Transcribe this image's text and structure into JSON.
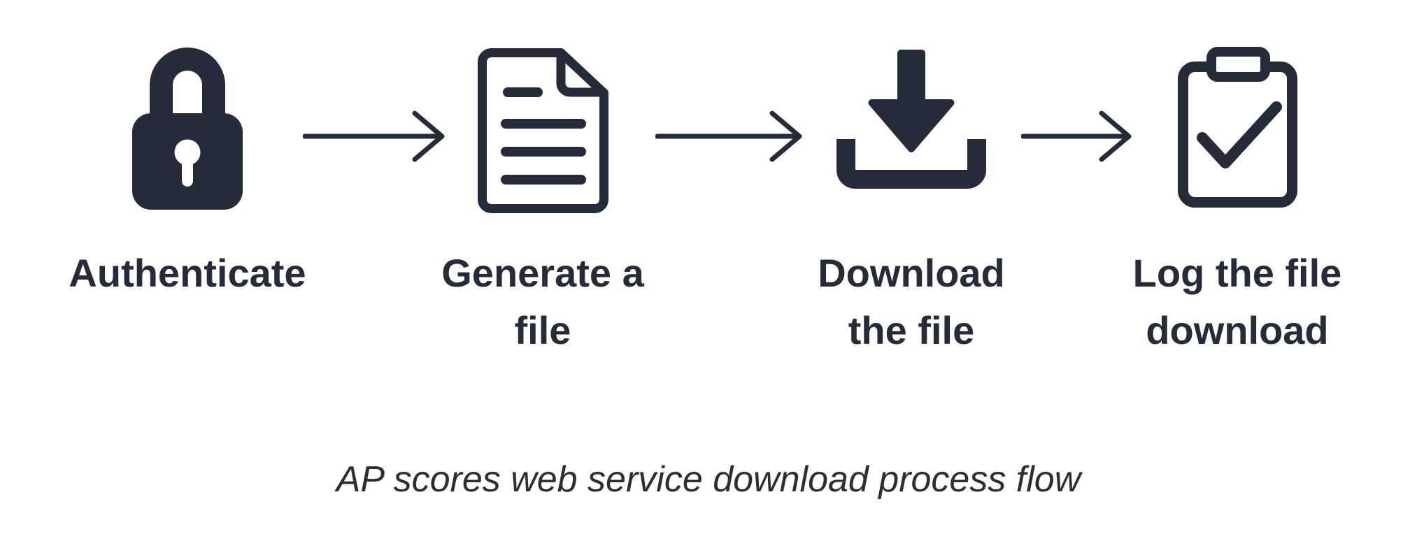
{
  "figure": {
    "type": "process-flow-diagram",
    "caption": "AP scores web service download process flow",
    "colors": {
      "ink": "#252b39",
      "caption": "#2c2e33",
      "background": "#ffffff"
    },
    "steps": [
      {
        "icon": "lock-icon",
        "lines": [
          "Authenticate"
        ]
      },
      {
        "icon": "document-icon",
        "lines": [
          "Generate a",
          "file"
        ]
      },
      {
        "icon": "download-icon",
        "lines": [
          "Download",
          "the file"
        ]
      },
      {
        "icon": "clipboard-check-icon",
        "lines": [
          "Log the file",
          "download"
        ]
      }
    ],
    "connectors": [
      {
        "icon": "arrow-right-icon"
      },
      {
        "icon": "arrow-right-icon"
      },
      {
        "icon": "arrow-right-icon"
      }
    ]
  }
}
